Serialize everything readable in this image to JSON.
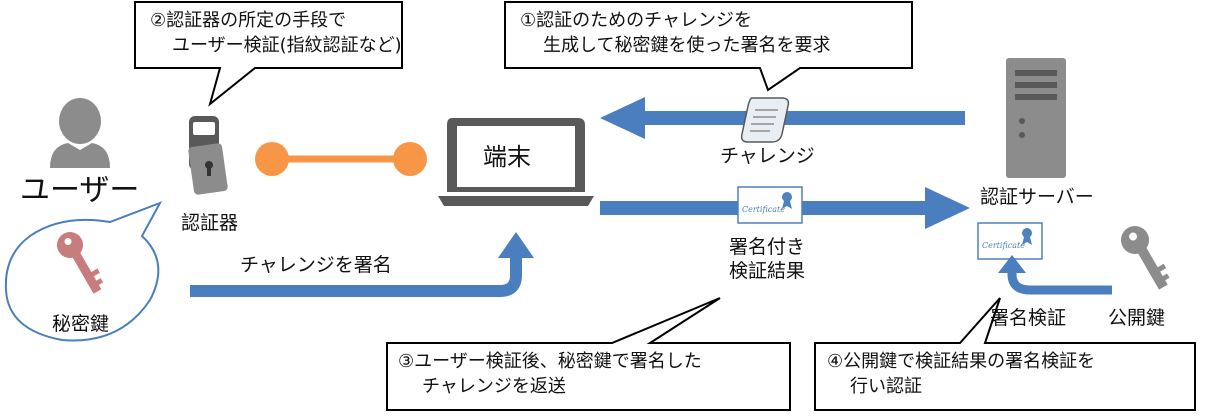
{
  "colors": {
    "arrow_blue": "#4a7ebf",
    "orange": "#f79646",
    "gray_icon": "#8c8c8c",
    "gray_dark": "#595959",
    "key_pink": "#c77d7d",
    "bubble_stroke": "#4a7ebf",
    "cert_blue": "#4f81bd"
  },
  "callouts": {
    "step2": [
      "②認証器の所定の手段で",
      "ユーザー検証(指紋認証など)"
    ],
    "step1": [
      "①認証のためのチャレンジを",
      "生成して秘密鍵を使った署名を要求"
    ],
    "step3": [
      "③ユーザー検証後、秘密鍵で署名した",
      "チャレンジを返送"
    ],
    "step4": [
      "④公開鍵で検証結果の署名検証を",
      "行い認証"
    ]
  },
  "labels": {
    "user": "ユーザー",
    "authenticator": "認証器",
    "private_key": "秘密鍵",
    "terminal": "端末",
    "challenge": "チャレンジ",
    "sign_challenge": "チャレンジを署名",
    "signed_result": [
      "署名付き",
      "検証結果"
    ],
    "auth_server": "認証サーバー",
    "signature_verify": "署名検証",
    "public_key": "公開鍵",
    "certificate_text": "Certificate"
  },
  "icons": [
    "user-icon",
    "authenticator-device-icon",
    "laptop-icon",
    "server-icon",
    "scroll-icon",
    "certificate-icon",
    "key-icon"
  ]
}
